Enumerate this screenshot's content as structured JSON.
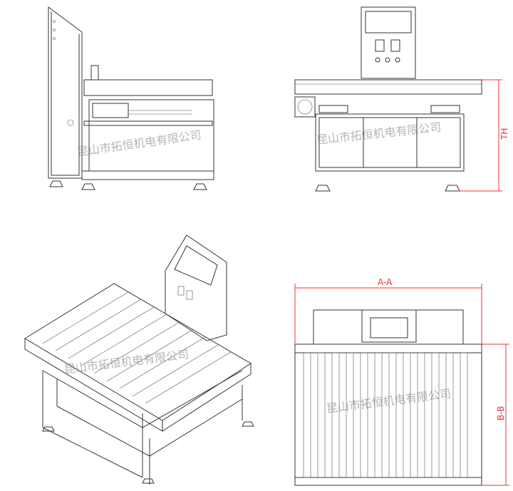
{
  "watermark": "昆山市拓恒机电有限公司",
  "dimensions": {
    "height_label": "TH",
    "width_label": "A-A",
    "depth_label": "B-B"
  },
  "colors": {
    "line": "#333333",
    "dimension": "#ee3333"
  }
}
